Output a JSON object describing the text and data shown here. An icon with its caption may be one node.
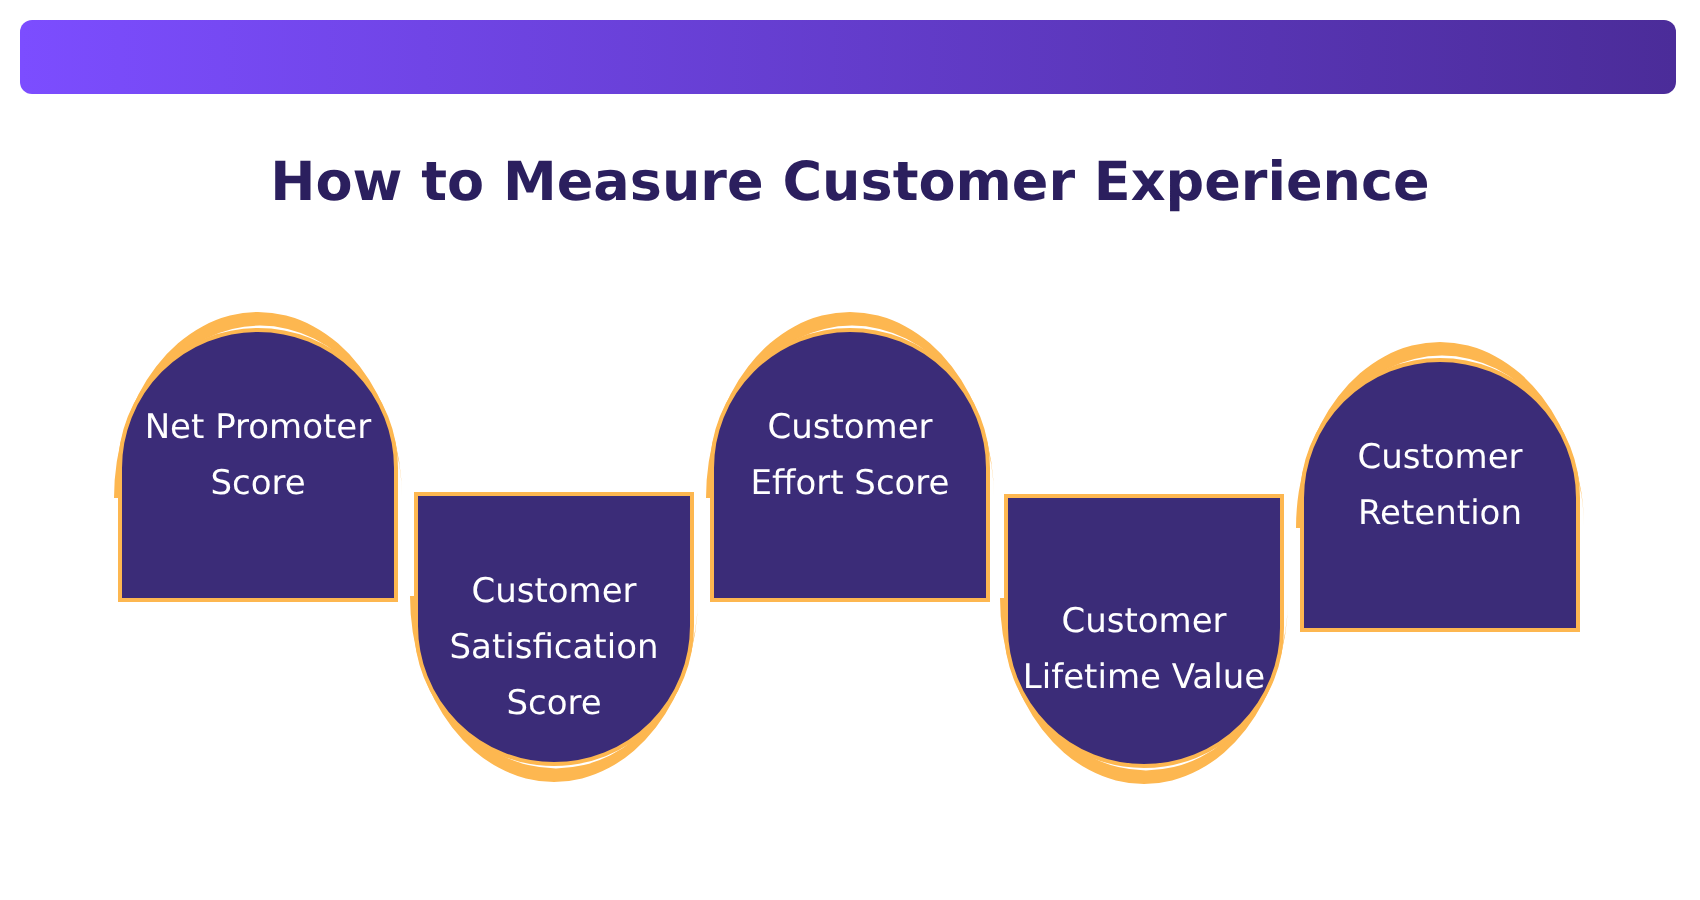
{
  "diagram": {
    "title": "How to Measure Customer Experience",
    "nodes": [
      {
        "text": [
          "Net Promoter Score"
        ]
      },
      {
        "text": [
          "Customer Satisfication Score"
        ]
      },
      {
        "text": [
          "Customer Effort Score"
        ]
      },
      {
        "text": [
          "Customer Lifetime Value"
        ]
      },
      {
        "text": [
          "Customer Retention"
        ]
      }
    ]
  }
}
